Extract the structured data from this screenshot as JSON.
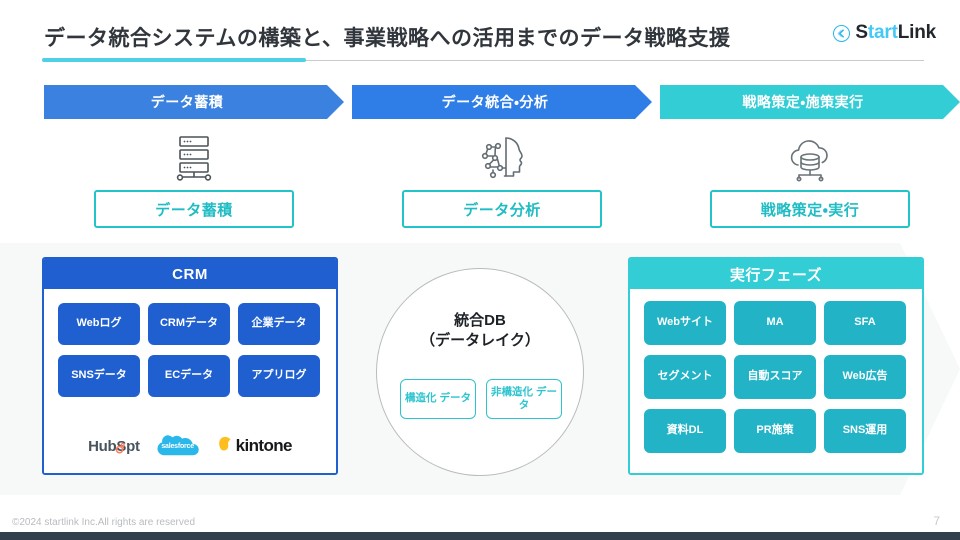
{
  "header": {
    "title": "データ統合システムの構築と、事業戦略への活用までのデータ戦略支援",
    "logo": {
      "mark": "chevron-circle-icon",
      "text_dark_1": "S",
      "text_accent_1": "tart",
      "text_dark_2": "L",
      "text_dark_3": "ink",
      "accent_color": "#44c8f5"
    }
  },
  "steps": [
    {
      "label": "データ蓄積",
      "color": "#3b82e0"
    },
    {
      "label": "データ統合・分析",
      "color": "#2f7ee8"
    },
    {
      "label": "戦略策定・施策実行",
      "color": "#33cdd6"
    }
  ],
  "icons": [
    {
      "name": "server-rack-icon"
    },
    {
      "name": "ai-brain-circuit-icon"
    },
    {
      "name": "cloud-database-icon"
    }
  ],
  "phases": [
    {
      "label": "データ蓄積"
    },
    {
      "label": "データ分析"
    },
    {
      "label": "戦略策定・実行"
    }
  ],
  "crm_panel": {
    "title": "CRM",
    "accent": "#1f5fd0",
    "chips": [
      "Webログ",
      "CRMデータ",
      "企業データ",
      "SNSデータ",
      "ECデータ",
      "アプリログ"
    ],
    "brands": [
      {
        "name": "hubspot-logo",
        "label": "HubSp",
        "suffix": "t"
      },
      {
        "name": "salesforce-logo",
        "label": "salesforce"
      },
      {
        "name": "kintone-logo",
        "label": "kintone"
      }
    ]
  },
  "center": {
    "title": "統合DB\n（データレイク）",
    "chips": [
      "構造化\nデータ",
      "非構造化\nデータ"
    ]
  },
  "exec_panel": {
    "title": "実行フェーズ",
    "accent": "#33cdd6",
    "chips": [
      "Webサイト",
      "MA",
      "SFA",
      "セグメント",
      "自動スコア",
      "Web広告",
      "資料DL",
      "PR施策",
      "SNS運用"
    ]
  },
  "footer": {
    "copyright": "©2024 startlink Inc.All rights are reserved",
    "page_number": "7"
  }
}
